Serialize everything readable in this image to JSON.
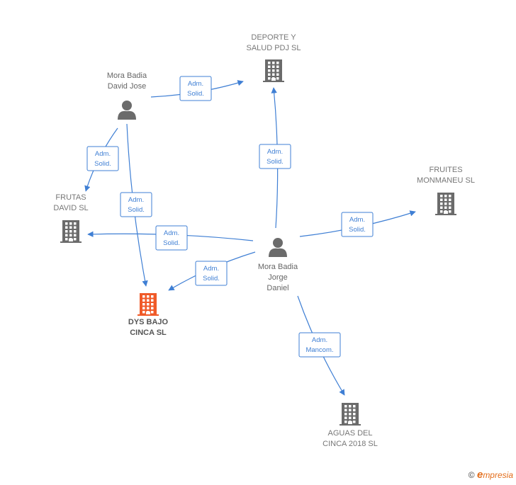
{
  "nodes": [
    {
      "id": "mora_david",
      "type": "person",
      "lines": [
        "Mora Badia",
        "David Jose"
      ],
      "color": "#6b6b6b"
    },
    {
      "id": "deporte",
      "type": "company",
      "lines": [
        "DEPORTE Y",
        "SALUD PDJ  SL"
      ],
      "color": "#6b6b6b"
    },
    {
      "id": "frutas",
      "type": "company",
      "lines": [
        "FRUTAS",
        "DAVID SL"
      ],
      "color": "#6b6b6b"
    },
    {
      "id": "fruites",
      "type": "company",
      "lines": [
        "FRUITES",
        "MONMANEU SL"
      ],
      "color": "#6b6b6b"
    },
    {
      "id": "mora_jorge",
      "type": "person",
      "lines": [
        "Mora Badia",
        "Jorge",
        "Daniel"
      ],
      "color": "#6b6b6b"
    },
    {
      "id": "dys",
      "type": "company",
      "main": true,
      "lines": [
        "DYS BAJO",
        "CINCA  SL"
      ],
      "color": "#f05a28"
    },
    {
      "id": "aguas",
      "type": "company",
      "lines": [
        "AGUAS DEL",
        "CINCA 2018  SL"
      ],
      "color": "#6b6b6b"
    }
  ],
  "edges": [
    {
      "from": "mora_david",
      "to": "deporte",
      "label": [
        "Adm.",
        "Solid."
      ]
    },
    {
      "from": "mora_david",
      "to": "frutas",
      "label": [
        "Adm.",
        "Solid."
      ]
    },
    {
      "from": "mora_david",
      "to": "dys",
      "label": [
        "Adm.",
        "Solid."
      ]
    },
    {
      "from": "mora_jorge",
      "to": "deporte",
      "label": [
        "Adm.",
        "Solid."
      ]
    },
    {
      "from": "mora_jorge",
      "to": "fruites",
      "label": [
        "Adm.",
        "Solid."
      ]
    },
    {
      "from": "mora_jorge",
      "to": "frutas",
      "label": [
        "Adm.",
        "Solid."
      ]
    },
    {
      "from": "mora_jorge",
      "to": "dys",
      "label": [
        "Adm.",
        "Solid."
      ]
    },
    {
      "from": "mora_jorge",
      "to": "aguas",
      "label": [
        "Adm.",
        "Mancom."
      ]
    }
  ],
  "colors": {
    "edge": "#3f7fd4",
    "main_company": "#f05a28",
    "node": "#6b6b6b"
  },
  "footer": {
    "copyright": "©",
    "brand_initial": "e",
    "brand_rest": "mpresia"
  }
}
